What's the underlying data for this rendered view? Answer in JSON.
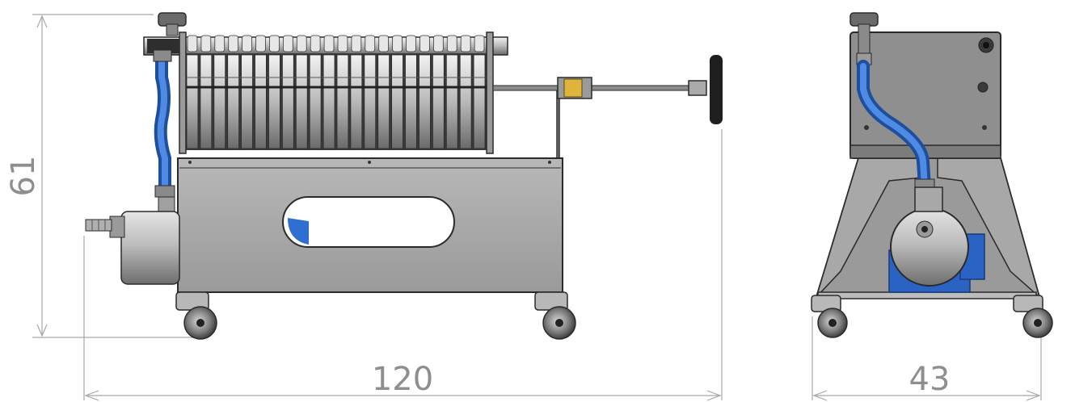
{
  "dimensions": {
    "height": "61",
    "length": "120",
    "width": "43"
  },
  "colors": {
    "dimension_line": "#a8a8a8",
    "dimension_text": "#8e8e8e",
    "steel_light": "#c9c9c9",
    "steel_mid": "#a6a6a6",
    "steel_dark": "#4a4a4a",
    "hose_blue": "#2f6fd1",
    "motor_blue": "#2a63c4",
    "outline": "#2a2a2a",
    "wheel_dark": "#3a3a3a"
  },
  "icons": {
    "side_view": "filter-press-side-view-icon",
    "end_view": "filter-press-end-view-icon"
  }
}
